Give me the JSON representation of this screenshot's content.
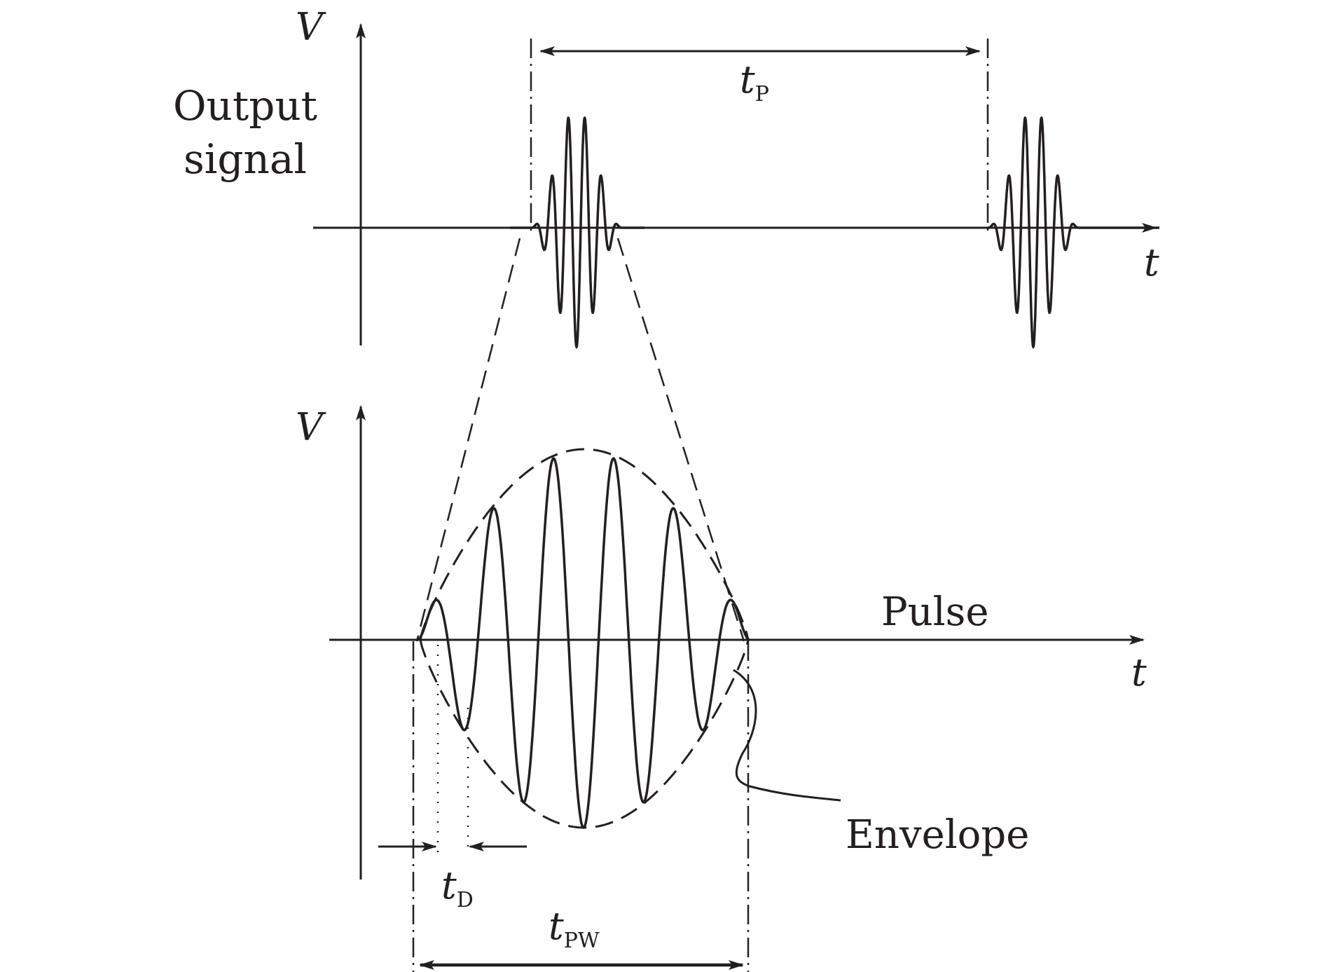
{
  "top_plot": {
    "y_axis_label": "V",
    "x_axis_label": "t",
    "signal_label_line1": "Output",
    "signal_label_line2": "signal",
    "period_label_main": "t",
    "period_label_sub": "P"
  },
  "bottom_plot": {
    "y_axis_label": "V",
    "x_axis_label": "t",
    "pulse_label": "Pulse",
    "envelope_label": "Envelope",
    "delay_label_main": "t",
    "delay_label_sub": "D",
    "width_label_main": "t",
    "width_label_sub": "PW"
  },
  "colors": {
    "ink": "#231f20",
    "background": "#ffffff"
  }
}
